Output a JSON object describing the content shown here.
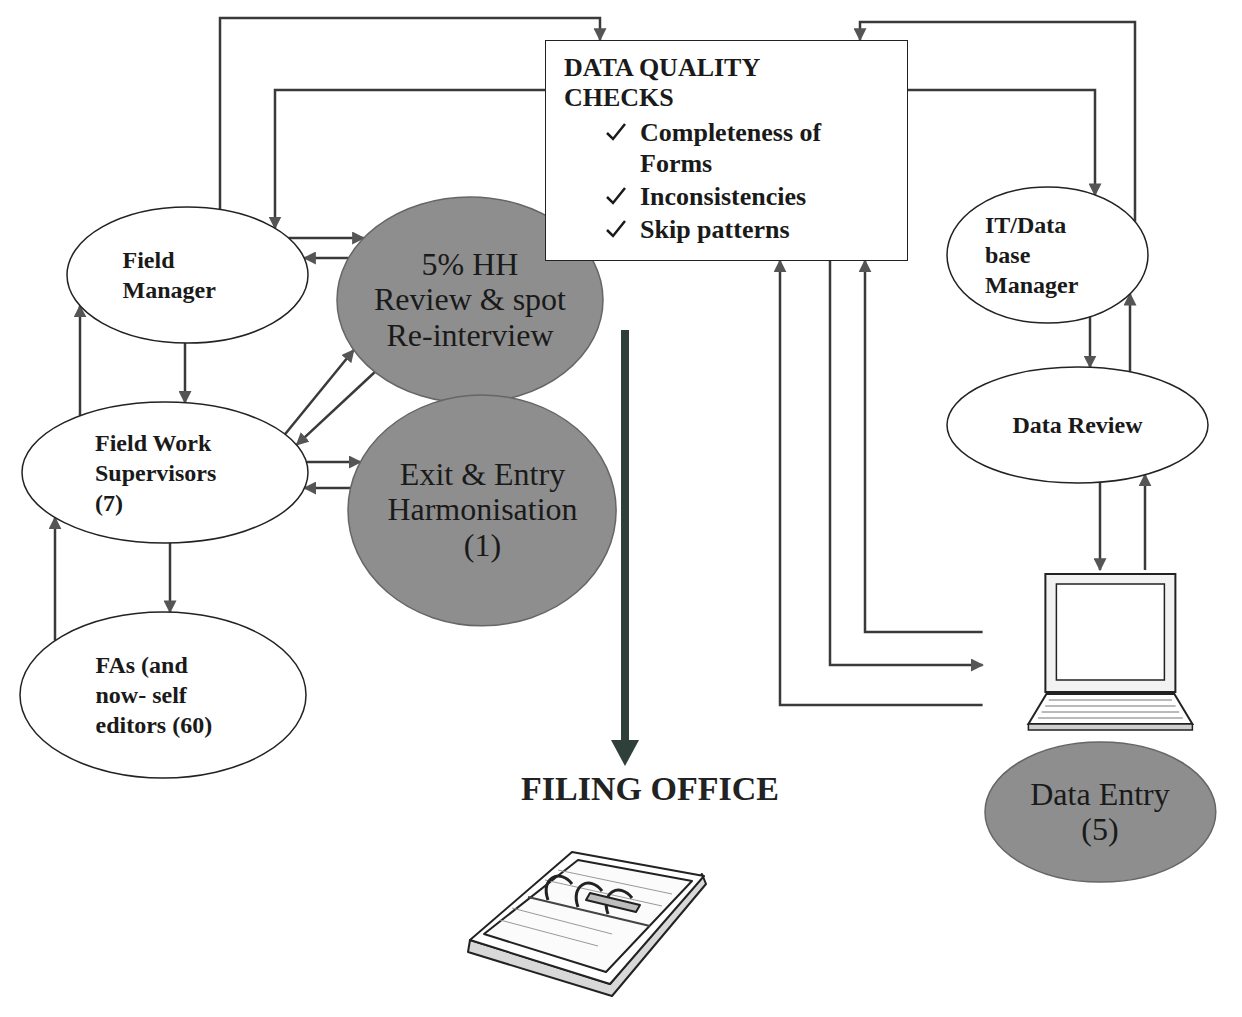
{
  "diagram": {
    "nodes": [
      {
        "text": [
          "Field Manager"
        ]
      },
      {
        "text": [
          "5% HH Review & spot Re-interview"
        ]
      },
      {
        "text": [
          "DATA QUALITY CHECKS",
          "Completeness of Forms",
          "Inconsistencies",
          "Skip patterns"
        ]
      },
      {
        "text": [
          "IT/Data base Manager"
        ]
      },
      {
        "text": [
          "Field Work Supervisors (7)"
        ]
      },
      {
        "text": [
          "Exit & Entry Harmonisation (1)"
        ]
      },
      {
        "text": [
          "Data Review"
        ]
      },
      {
        "text": [
          "FAs (and now- self editors (60)"
        ]
      },
      {
        "text": [
          "Data Entry (5)"
        ]
      }
    ],
    "edges": [
      {
        "from": 0,
        "to": 2,
        "arrow": "to"
      },
      {
        "from": 2,
        "to": 0,
        "arrow": "to"
      },
      {
        "from": 0,
        "to": 1,
        "arrow": "to"
      },
      {
        "from": 1,
        "to": 0,
        "arrow": "to"
      },
      {
        "from": 4,
        "to": 1,
        "arrow": "to"
      },
      {
        "from": 1,
        "to": 4,
        "arrow": "to"
      },
      {
        "from": 4,
        "to": 5,
        "arrow": "to"
      },
      {
        "from": 5,
        "to": 4,
        "arrow": "to"
      },
      {
        "from": 0,
        "to": 4,
        "arrow": "to"
      },
      {
        "from": 4,
        "to": 0,
        "arrow": "to"
      },
      {
        "from": 4,
        "to": 7,
        "arrow": "to"
      },
      {
        "from": 7,
        "to": 4,
        "arrow": "to"
      },
      {
        "from": 2,
        "to": 3,
        "arrow": "to"
      },
      {
        "from": 3,
        "to": 2,
        "arrow": "to"
      },
      {
        "from": 3,
        "to": 6,
        "arrow": "to"
      },
      {
        "from": 6,
        "to": 3,
        "arrow": "to"
      },
      {
        "from": 6,
        "to": 8,
        "arrow": "to"
      },
      {
        "from": 8,
        "to": 6,
        "arrow": "to"
      },
      {
        "from": 8,
        "to": 2,
        "arrow": "to"
      },
      {
        "from": 2,
        "to": 8,
        "arrow": "to"
      },
      {
        "from": 8,
        "to": 2,
        "arrow": "to"
      }
    ],
    "labels": [
      "FILING OFFICE"
    ]
  }
}
